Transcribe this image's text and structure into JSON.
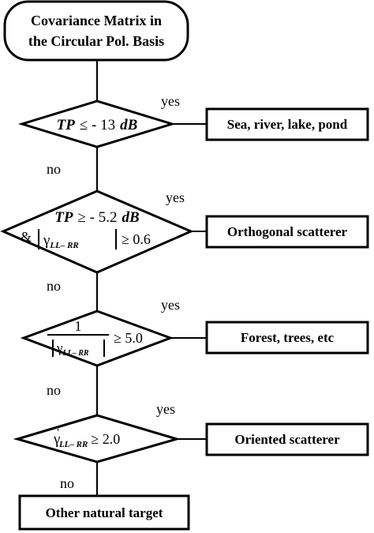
{
  "start": {
    "line1": "Covariance Matrix in",
    "line2": "the Circular Pol. Basis"
  },
  "decisions": [
    {
      "yes": "yes",
      "no": "no",
      "cond": {
        "lhs": "TP",
        "op": "≤ - 13",
        "unit": "dB"
      }
    },
    {
      "yes": "yes",
      "no": "no",
      "cond": {
        "lhs": "TP",
        "op": "≥ - 5.2",
        "unit": "dB",
        "and": "&",
        "gamma": "γ",
        "sub": "LL– RR",
        "rhs": "≥ 0.6"
      }
    },
    {
      "yes": "yes",
      "no": "no",
      "cond": {
        "num": "1",
        "gamma": "γ",
        "sub": "LL– RR",
        "rhs": "≥ 5.0"
      }
    },
    {
      "yes": "yes",
      "no": "no",
      "cond": {
        "gamma": "γ",
        "prime": "'",
        "sub": "LL– RR",
        "rhs": "≥ 2.0"
      }
    }
  ],
  "outcomes": [
    "Sea, river, lake, pond",
    "Orthogonal scatterer",
    "Forest, trees, etc",
    "Oriented scatterer"
  ],
  "final": "Other natural target"
}
